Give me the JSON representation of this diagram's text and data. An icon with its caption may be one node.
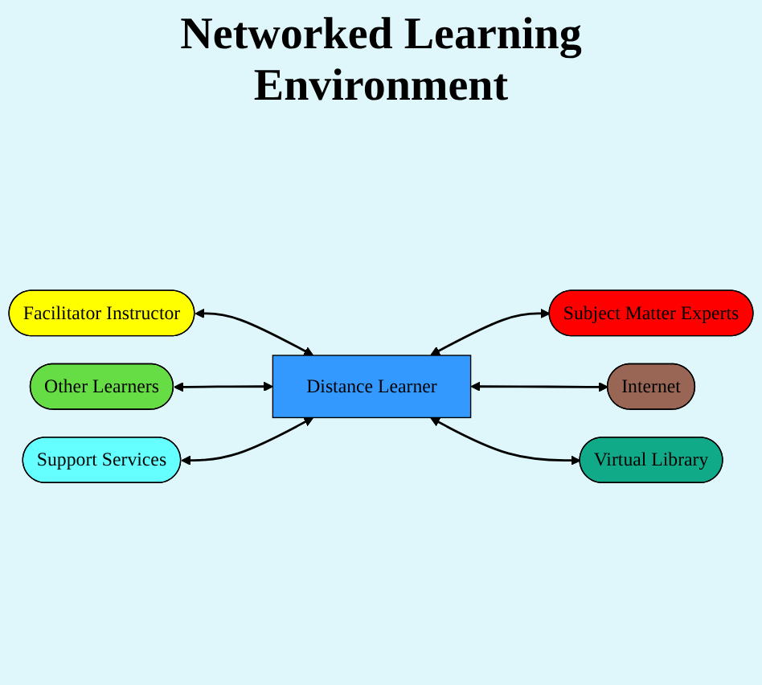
{
  "diagram": {
    "title": "Networked Learning Environment",
    "nodes": [
      {
        "text": [
          "Facilitator Instructor"
        ]
      },
      {
        "text": [
          "Subject Matter Experts"
        ]
      },
      {
        "text": [
          "Other Learners"
        ]
      },
      {
        "text": [
          "Distance Learner"
        ]
      },
      {
        "text": [
          "Internet"
        ]
      },
      {
        "text": [
          "Support Services"
        ]
      },
      {
        "text": [
          "Virtual Library"
        ]
      }
    ],
    "edges": [
      {
        "from": 0,
        "to": 3,
        "arrow": "both"
      },
      {
        "from": 3,
        "to": 1,
        "arrow": "both"
      },
      {
        "from": 2,
        "to": 3,
        "arrow": "both"
      },
      {
        "from": 3,
        "to": 4,
        "arrow": "both"
      },
      {
        "from": 5,
        "to": 3,
        "arrow": "both"
      },
      {
        "from": 3,
        "to": 6,
        "arrow": "both"
      }
    ]
  }
}
